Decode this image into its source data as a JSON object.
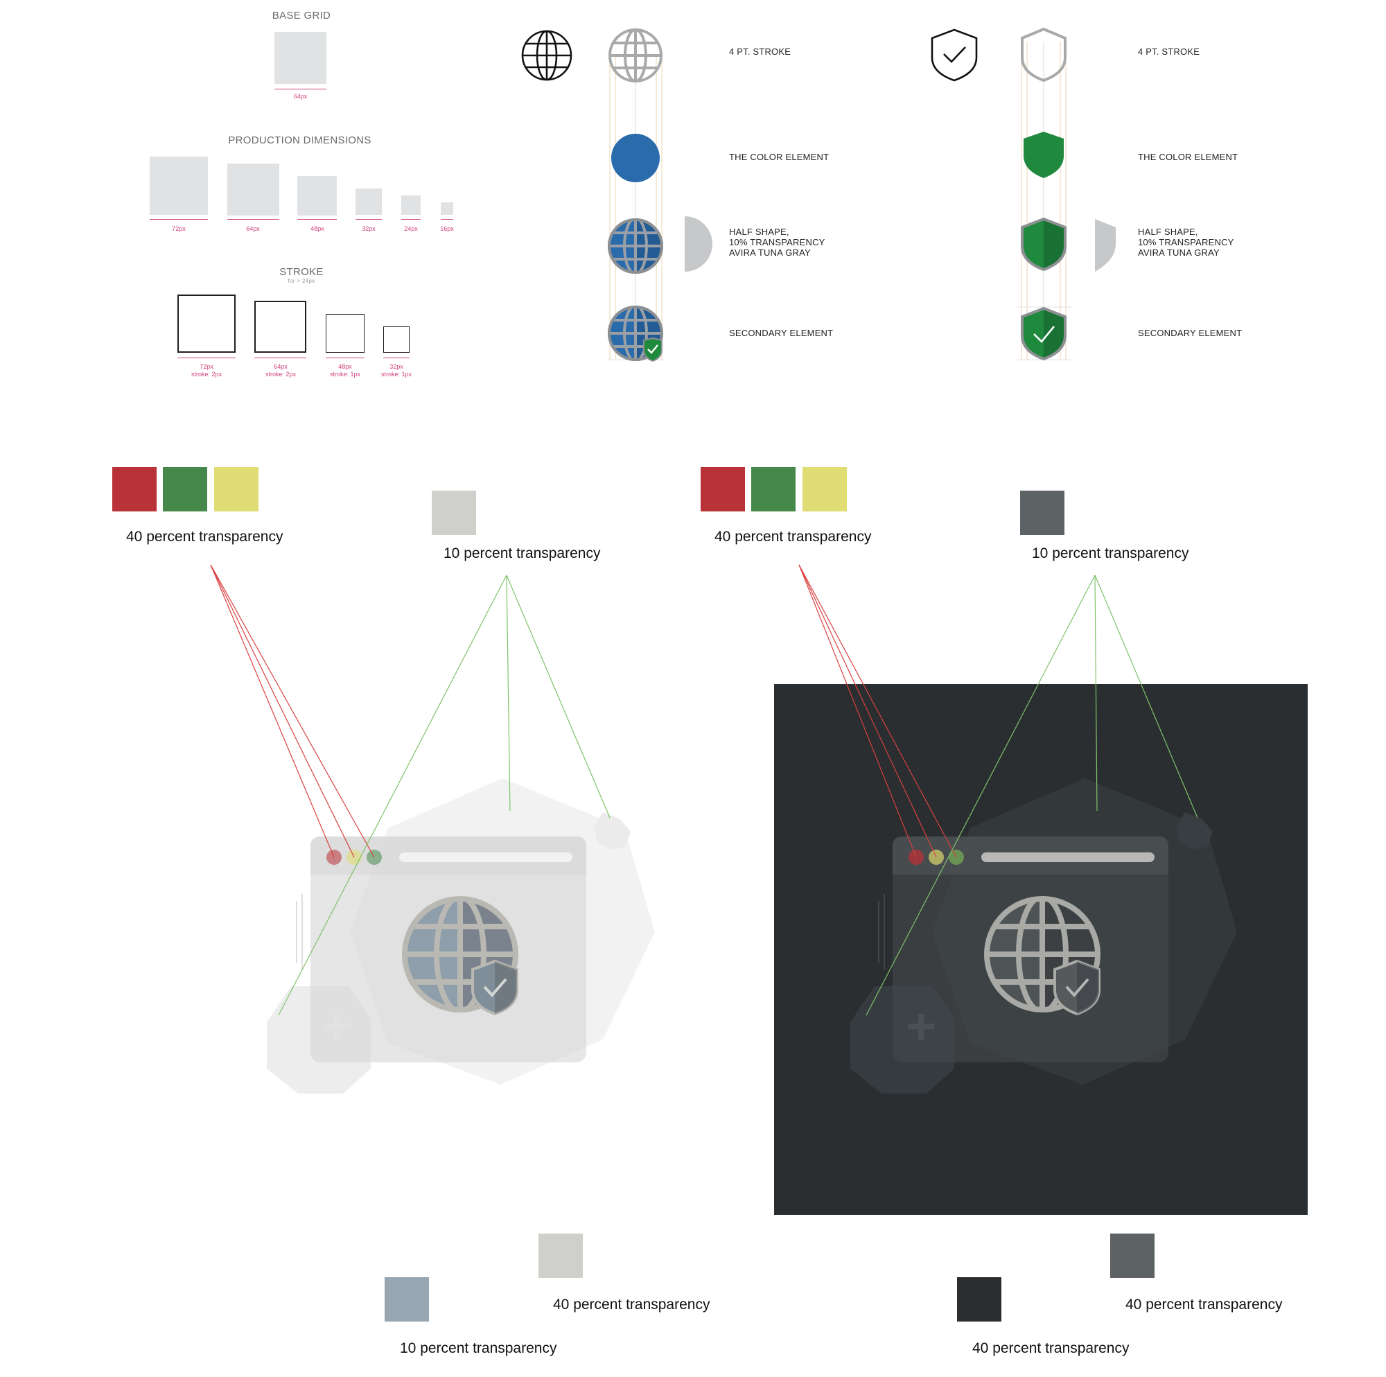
{
  "grid_panel": {
    "base_grid_title": "BASE GRID",
    "base_grid_size": "64px",
    "production_title": "PRODUCTION DIMENSIONS",
    "production_sizes": [
      "72px",
      "64px",
      "48px",
      "32px",
      "24px",
      "16px"
    ],
    "stroke_title": "STROKE",
    "stroke_subtitle": "for > 24px",
    "stroke_sizes": [
      "72px",
      "64px",
      "48px",
      "32px"
    ],
    "stroke_widths": [
      "stroke: 2px",
      "stroke: 2px",
      "stroke: 1px",
      "stroke: 1px"
    ]
  },
  "globe_construction": {
    "label_stroke": "4 PT. STROKE",
    "label_color": "THE COLOR ELEMENT",
    "label_half_1": "HALF SHAPE,",
    "label_half_2": "10% TRANSPARENCY",
    "label_half_3": "AVIRA TUNA GRAY",
    "label_secondary": "SECONDARY ELEMENT",
    "icon_names": [
      "globe-outline-icon",
      "globe-gray-icon",
      "blue-circle",
      "globe-shaded-icon",
      "globe-with-shield-icon"
    ]
  },
  "shield_construction": {
    "label_stroke": "4 PT. STROKE",
    "label_color": "THE COLOR ELEMENT",
    "label_half_1": "HALF SHAPE,",
    "label_half_2": "10% TRANSPARENCY",
    "label_half_3": "AVIRA TUNA GRAY",
    "label_secondary": "SECONDARY ELEMENT",
    "icon_names": [
      "shield-check-outline-icon",
      "shield-gray-icon",
      "green-shield",
      "shield-shaded-icon",
      "shield-check-icon"
    ]
  },
  "light_illustration": {
    "caption_dots": "40 percent transparency",
    "caption_hex": "10 percent transparency",
    "caption_bottom_right": "40 percent transparency",
    "caption_bottom_left": "10 percent transparency",
    "dot_colors": [
      "#b83237",
      "#46884a",
      "#e0dd74"
    ],
    "hex_color": "#cfd0cc",
    "bottom_colors": [
      "#cfd0cc",
      "#97a6b0"
    ],
    "icon_names": [
      "browser-window-illustration",
      "globe-icon",
      "shield-check-icon",
      "plus-icon"
    ]
  },
  "dark_illustration": {
    "caption_dots": "40 percent transparency",
    "caption_hex": "10 percent transparency",
    "caption_bottom_right": "40 percent transparency",
    "caption_bottom_left": "40 percent transparency",
    "dot_colors": [
      "#b83237",
      "#46884a",
      "#e0dd74"
    ],
    "hex_color": "#5d6264",
    "background_color": "#2a2e31",
    "bottom_colors": [
      "#5d6264",
      "#2a2e31"
    ],
    "icon_names": [
      "browser-window-illustration",
      "globe-icon",
      "shield-check-icon",
      "plus-icon"
    ]
  },
  "colors": {
    "blue": "#2a6bab",
    "green": "#1f8a3e",
    "pink": "#d0427e",
    "guide_line_red": "#d94040",
    "guide_line_green": "#7fc26b"
  }
}
